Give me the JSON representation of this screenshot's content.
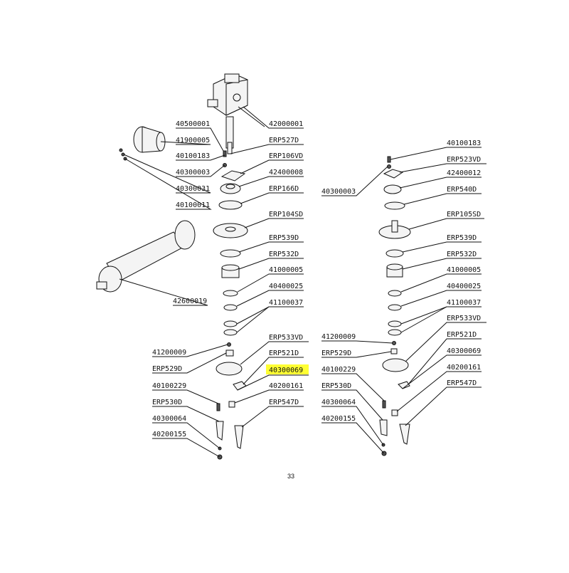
{
  "highlight_color": "#ffff33",
  "page_number": "33",
  "left": {
    "gearbox": "42000001",
    "shaft_bolt": "40500001",
    "guard": "41900005",
    "pin": "ERP527D",
    "bolt": "40100183",
    "plate": "ERP106VD",
    "washer": "40300003",
    "housing": "42400008",
    "nut": "40300031",
    "seal": "ERP166D",
    "screw": "40100011",
    "disc": "ERP104SD",
    "pto_shaft": "42600019",
    "ring": "ERP539D",
    "spacer": "ERP532D",
    "bearing": "41000005",
    "bushing": "40400025",
    "oring": "41100037",
    "oring_a": "41100037",
    "grease": "41200009",
    "hub": "ERP529D",
    "blade_plate": "ERP533VD",
    "clip": "ERP521D",
    "nut_hl": "40300069",
    "bolt2": "40100229",
    "nut2": "40200161",
    "blade": "ERP530D",
    "blade2": "ERP547D",
    "washer2": "40300064",
    "nut3": "40200155"
  },
  "right": {
    "bolt": "40100183",
    "plate": "ERP523VD",
    "washer": "40300003",
    "housing": "42400012",
    "seal": "ERP540D",
    "disc": "ERP105SD",
    "ring": "ERP539D",
    "spacer": "ERP532D",
    "bearing": "41000005",
    "bushing": "40400025",
    "oring": "41100037",
    "blade_plate": "ERP533VD",
    "grease": "41200009",
    "clip": "ERP521D",
    "hub": "ERP529D",
    "nut_a": "40300069",
    "bolt2": "40100229",
    "nut2": "40200161",
    "blade": "ERP530D",
    "blade2": "ERP547D",
    "washer2": "40300064",
    "nut3": "40200155"
  }
}
